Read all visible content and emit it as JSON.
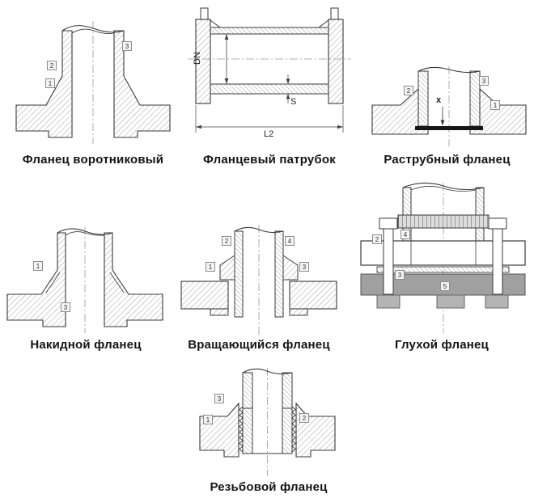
{
  "figures": [
    {
      "id": "welding-neck",
      "label": "Фланец воротниковый",
      "callouts": {
        "c1": "1",
        "c2": "2",
        "c3": "3"
      }
    },
    {
      "id": "spool",
      "label": "Фланцевый патрубок",
      "dims": {
        "dn": "DN",
        "s": "S",
        "l2": "L2"
      }
    },
    {
      "id": "socket",
      "label": "Раструбный фланец",
      "callouts": {
        "c1": "1",
        "c2": "2",
        "c3": "3"
      },
      "dims": {
        "x": "x"
      }
    },
    {
      "id": "lap-joint",
      "label": "Накидной фланец",
      "callouts": {
        "c1": "1",
        "c3": "3"
      }
    },
    {
      "id": "swivel",
      "label": "Вращающийся фланец",
      "callouts": {
        "c1": "1",
        "c2": "2",
        "c3": "3",
        "c4": "4"
      }
    },
    {
      "id": "blind",
      "label": "Глухой фланец",
      "callouts": {
        "c2": "2",
        "c3": "3",
        "c4": "4",
        "c5": "5"
      }
    },
    {
      "id": "threaded",
      "label": "Резьбовой фланец",
      "callouts": {
        "c1": "1",
        "c2": "2",
        "c3": "3"
      }
    }
  ],
  "colors": {
    "line": "#3a3a3a",
    "hatch": "#8a8a8a",
    "centerline": "#999999",
    "blind_plate": "#a0a0a0",
    "nut": "#b4b4b4",
    "socket_gap": "#161616",
    "background": "#ffffff"
  }
}
